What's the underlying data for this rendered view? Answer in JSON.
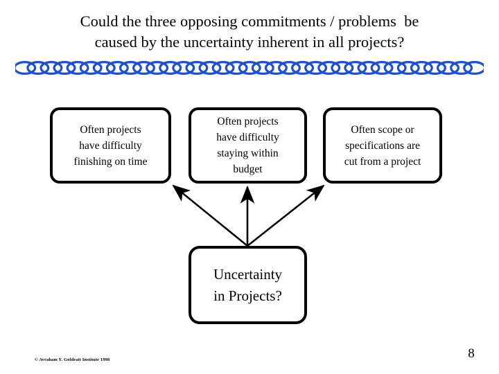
{
  "slide": {
    "title_lines": [
      "Could the three opposing commitments / problems  be",
      "caused by the uncertainty inherent in all projects?"
    ],
    "divider": {
      "name": "chain-link-divider",
      "color": "#1a4fd6",
      "link_count": 35
    },
    "nodes": {
      "time": {
        "id": "often-projects-finish-late",
        "lines": [
          "Often projects",
          "have difficulty",
          "finishing on time"
        ]
      },
      "budget": {
        "id": "often-projects-over-budget",
        "lines": [
          "Often projects",
          "have difficulty",
          "staying within",
          "budget"
        ]
      },
      "scope": {
        "id": "often-scope-cut",
        "lines": [
          "Often scope or",
          "specifications are",
          "cut from a project"
        ]
      },
      "uncertainty": {
        "id": "uncertainty-in-projects",
        "lines": [
          "Uncertainty",
          "in Projects?"
        ]
      }
    },
    "arrows": [
      {
        "name": "arrow-to-time",
        "from": "uncertainty",
        "to": "time"
      },
      {
        "name": "arrow-to-budget",
        "from": "uncertainty",
        "to": "budget"
      },
      {
        "name": "arrow-to-scope",
        "from": "uncertainty",
        "to": "scope"
      }
    ],
    "footer": {
      "copyright": "© Avraham Y. Goldratt Institute 1998",
      "page_number": "8"
    },
    "colors": {
      "background": "#ffffff",
      "text": "#000000",
      "border": "#000000",
      "divider": "#1a4fd6"
    }
  }
}
